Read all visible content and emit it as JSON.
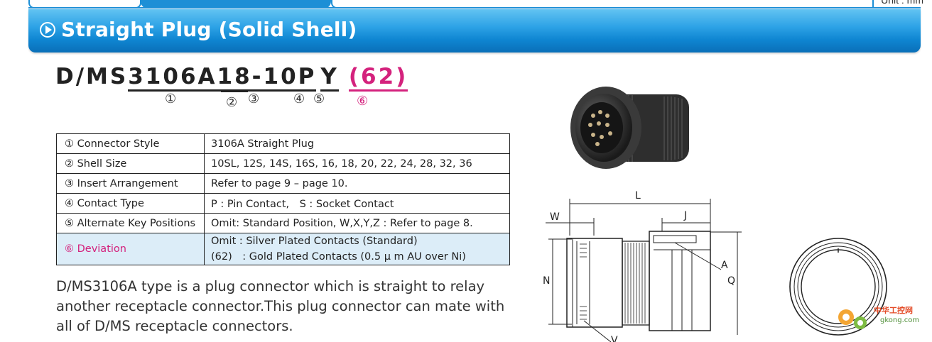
{
  "header": {
    "unit": "Unit : mm"
  },
  "title": "Straight Plug (Solid Shell)",
  "part_number": {
    "prefix": "D/MS",
    "style": "3106A",
    "shell": "18",
    "dash": "-",
    "insert": "10",
    "contact": "P",
    "key": "Y",
    "deviation": "(62)",
    "markers": [
      "①",
      "②",
      "③",
      "④",
      "⑤",
      "⑥"
    ]
  },
  "spec_table": [
    {
      "label": "① Connector Style",
      "value": "3106A Straight Plug"
    },
    {
      "label": "② Shell Size",
      "value": "10SL, 12S, 14S, 16S, 16, 18, 20, 22, 24, 28, 32, 36"
    },
    {
      "label": "③ Insert Arrangement",
      "value": "Refer to page 9 – page 10."
    },
    {
      "label": "④ Contact Type",
      "value": "P : Pin Contact,　S : Socket Contact"
    },
    {
      "label": "⑤ Alternate Key Positions",
      "value": "Omit: Standard Position, W,X,Y,Z : Refer to page 8."
    },
    {
      "label": "⑥ Deviation",
      "value": "Omit : Silver Plated Contacts (Standard)",
      "value2": "(62)　: Gold Plated Contacts (0.5 μ m AU over Ni)"
    }
  ],
  "description": "D/MS3106A type is a plug connector which is straight to relay another receptacle connector.This plug connector can  mate with all of D/MS receptacle connectors.",
  "drawing_labels": {
    "L": "L",
    "W": "W",
    "J": "J",
    "A": "A",
    "N": "N",
    "Q": "Q",
    "V": "V"
  },
  "watermark": {
    "text": "中华工控网",
    "url": "gkong.com"
  }
}
